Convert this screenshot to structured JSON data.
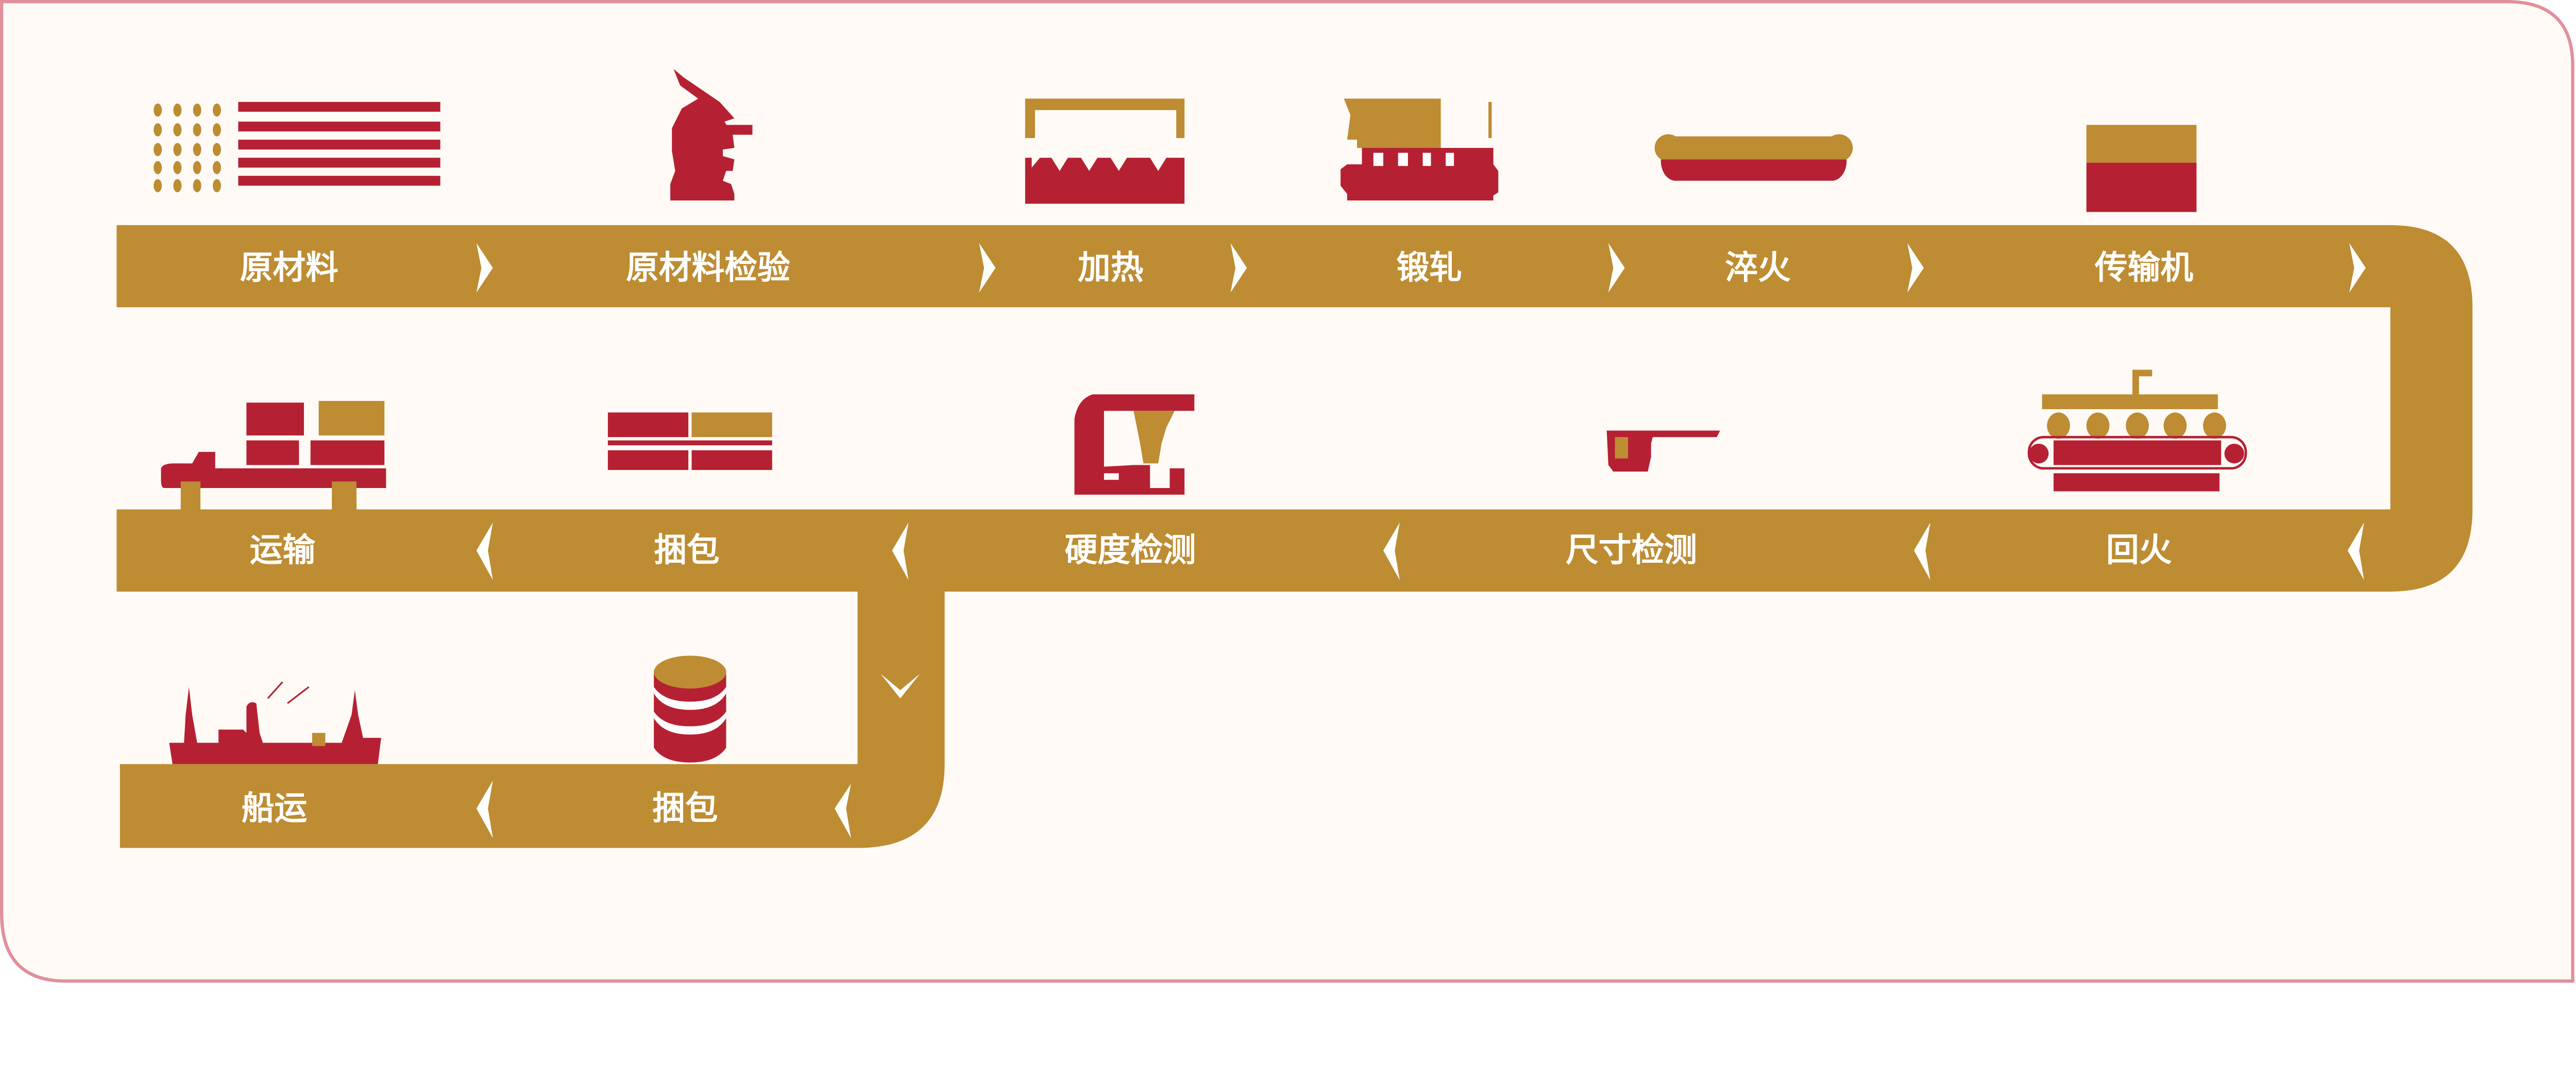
{
  "colors": {
    "gold": "#bd8c33",
    "red": "#b52133",
    "background": "#fffaf5",
    "border": "#e0909c"
  },
  "row1": [
    "原材料",
    "原材料检验",
    "加热",
    "锻轧",
    "淬火",
    "传输机"
  ],
  "row2": [
    "运输",
    "捆包",
    "硬度检测",
    "尺寸检测",
    "回火"
  ],
  "row3": [
    "船运",
    "捆包"
  ],
  "icons": {
    "row1": [
      "raw-material-icon",
      "microscope-icon",
      "furnace-icon",
      "rolling-mill-icon",
      "quench-bar-icon",
      "conveyor-box-icon"
    ],
    "row2": [
      "truck-icon",
      "bundle-icon",
      "hardness-tester-icon",
      "caliper-icon",
      "tempering-conveyor-icon"
    ],
    "row3": [
      "ship-icon",
      "coil-icon"
    ]
  }
}
